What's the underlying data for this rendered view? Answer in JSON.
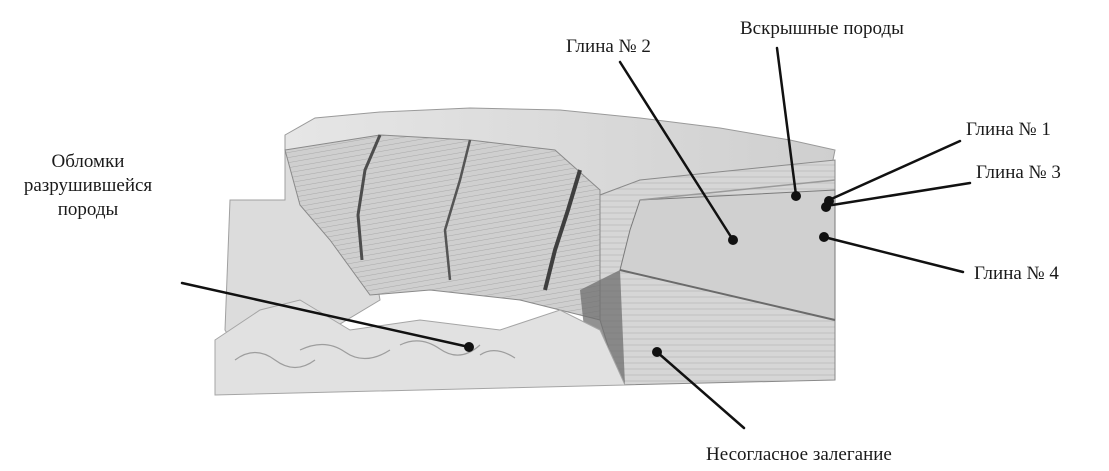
{
  "labels": {
    "vskryshnye": "Вскрышные породы",
    "glina2": "Глина № 2",
    "glina1": "Глина № 1",
    "glina3": "Глина № 3",
    "glina4": "Глина № 4",
    "oblomki": [
      "Обломки",
      "разрушившейся",
      "породы"
    ],
    "nesoglasnoe": "Несогласное залегание"
  },
  "colors": {
    "ink": "#1a1a1a",
    "rock_light": "#e9e9e9",
    "rock_mid": "#c9c9c9",
    "rock_dark": "#6d6d6d"
  }
}
